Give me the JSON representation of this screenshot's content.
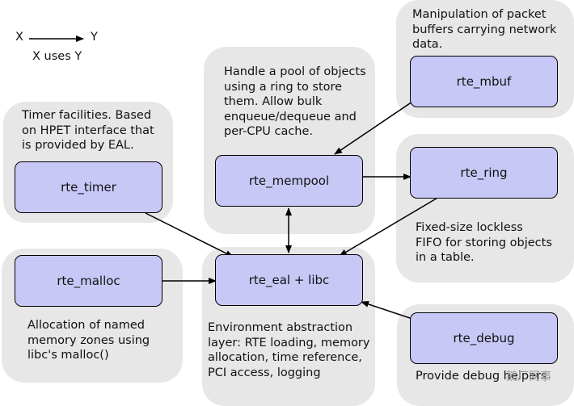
{
  "legend": {
    "x": "X",
    "y": "Y",
    "caption": "X uses Y"
  },
  "nodes": {
    "rte_timer": {
      "label": "rte_timer",
      "description": "Timer facilities. Based\non HPET interface that\nis provided by EAL."
    },
    "rte_malloc": {
      "label": "rte_malloc",
      "description": "Allocation of named\nmemory zones using\nlibc's malloc()"
    },
    "rte_mempool": {
      "label": "rte_mempool",
      "description": "Handle a pool of objects\nusing a ring to store\nthem. Allow bulk\nenqueue/dequeue and\nper-CPU cache."
    },
    "rte_mbuf": {
      "label": "rte_mbuf",
      "description": "Manipulation of packet\nbuffers carrying network\ndata."
    },
    "rte_ring": {
      "label": "rte_ring",
      "description": "Fixed-size lockless\nFIFO for storing objects\nin a table."
    },
    "rte_eal": {
      "label": "rte_eal + libc",
      "description": "Environment abstraction\nlayer: RTE loading, memory\nallocation, time reference,\nPCI access, logging"
    },
    "rte_debug": {
      "label": "rte_debug",
      "description": "Provide debug helpers"
    }
  },
  "edges": [
    {
      "from": "rte_mbuf",
      "to": "rte_mempool"
    },
    {
      "from": "rte_mempool",
      "to": "rte_ring"
    },
    {
      "from": "rte_mempool",
      "to": "rte_eal",
      "bidirectional": true
    },
    {
      "from": "rte_timer",
      "to": "rte_eal"
    },
    {
      "from": "rte_malloc",
      "to": "rte_eal"
    },
    {
      "from": "rte_ring",
      "to": "rte_eal"
    },
    {
      "from": "rte_debug",
      "to": "rte_eal"
    }
  ],
  "watermark": "鹅厂网事"
}
